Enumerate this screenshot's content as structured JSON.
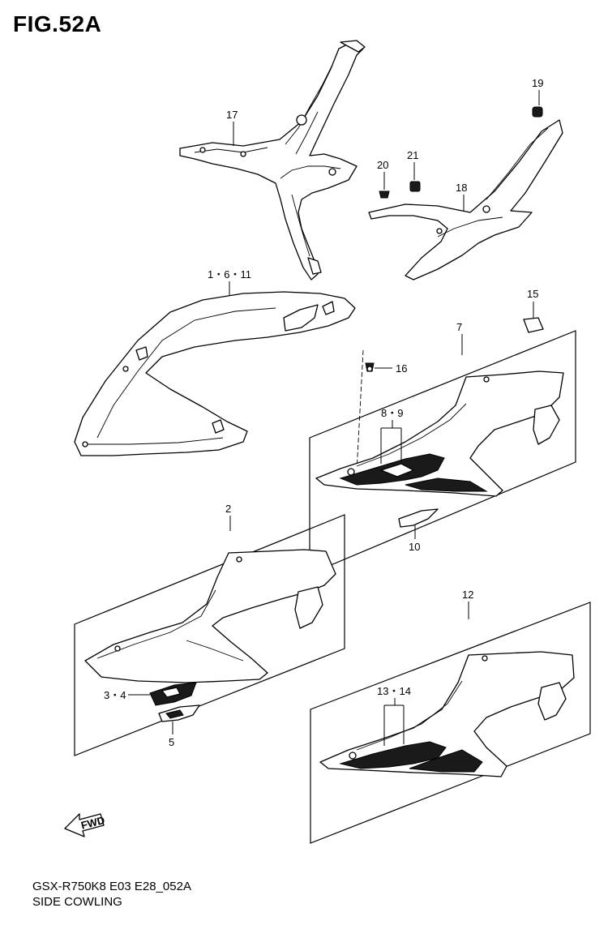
{
  "figure": {
    "title": "FIG.52A",
    "code": "GSX-R750K8 E03 E28_052A",
    "caption": "SIDE COWLING",
    "fwd_label": "FWD"
  },
  "callouts": {
    "c17": "17",
    "c19": "19",
    "c20": "20",
    "c21": "21",
    "c18": "18",
    "c1611": "1・6・11",
    "c15": "15",
    "c7": "7",
    "c16": "16",
    "c89": "8・9",
    "c10": "10",
    "c2": "2",
    "c12": "12",
    "c34": "3・4",
    "c5": "5",
    "c1314": "13・14"
  }
}
